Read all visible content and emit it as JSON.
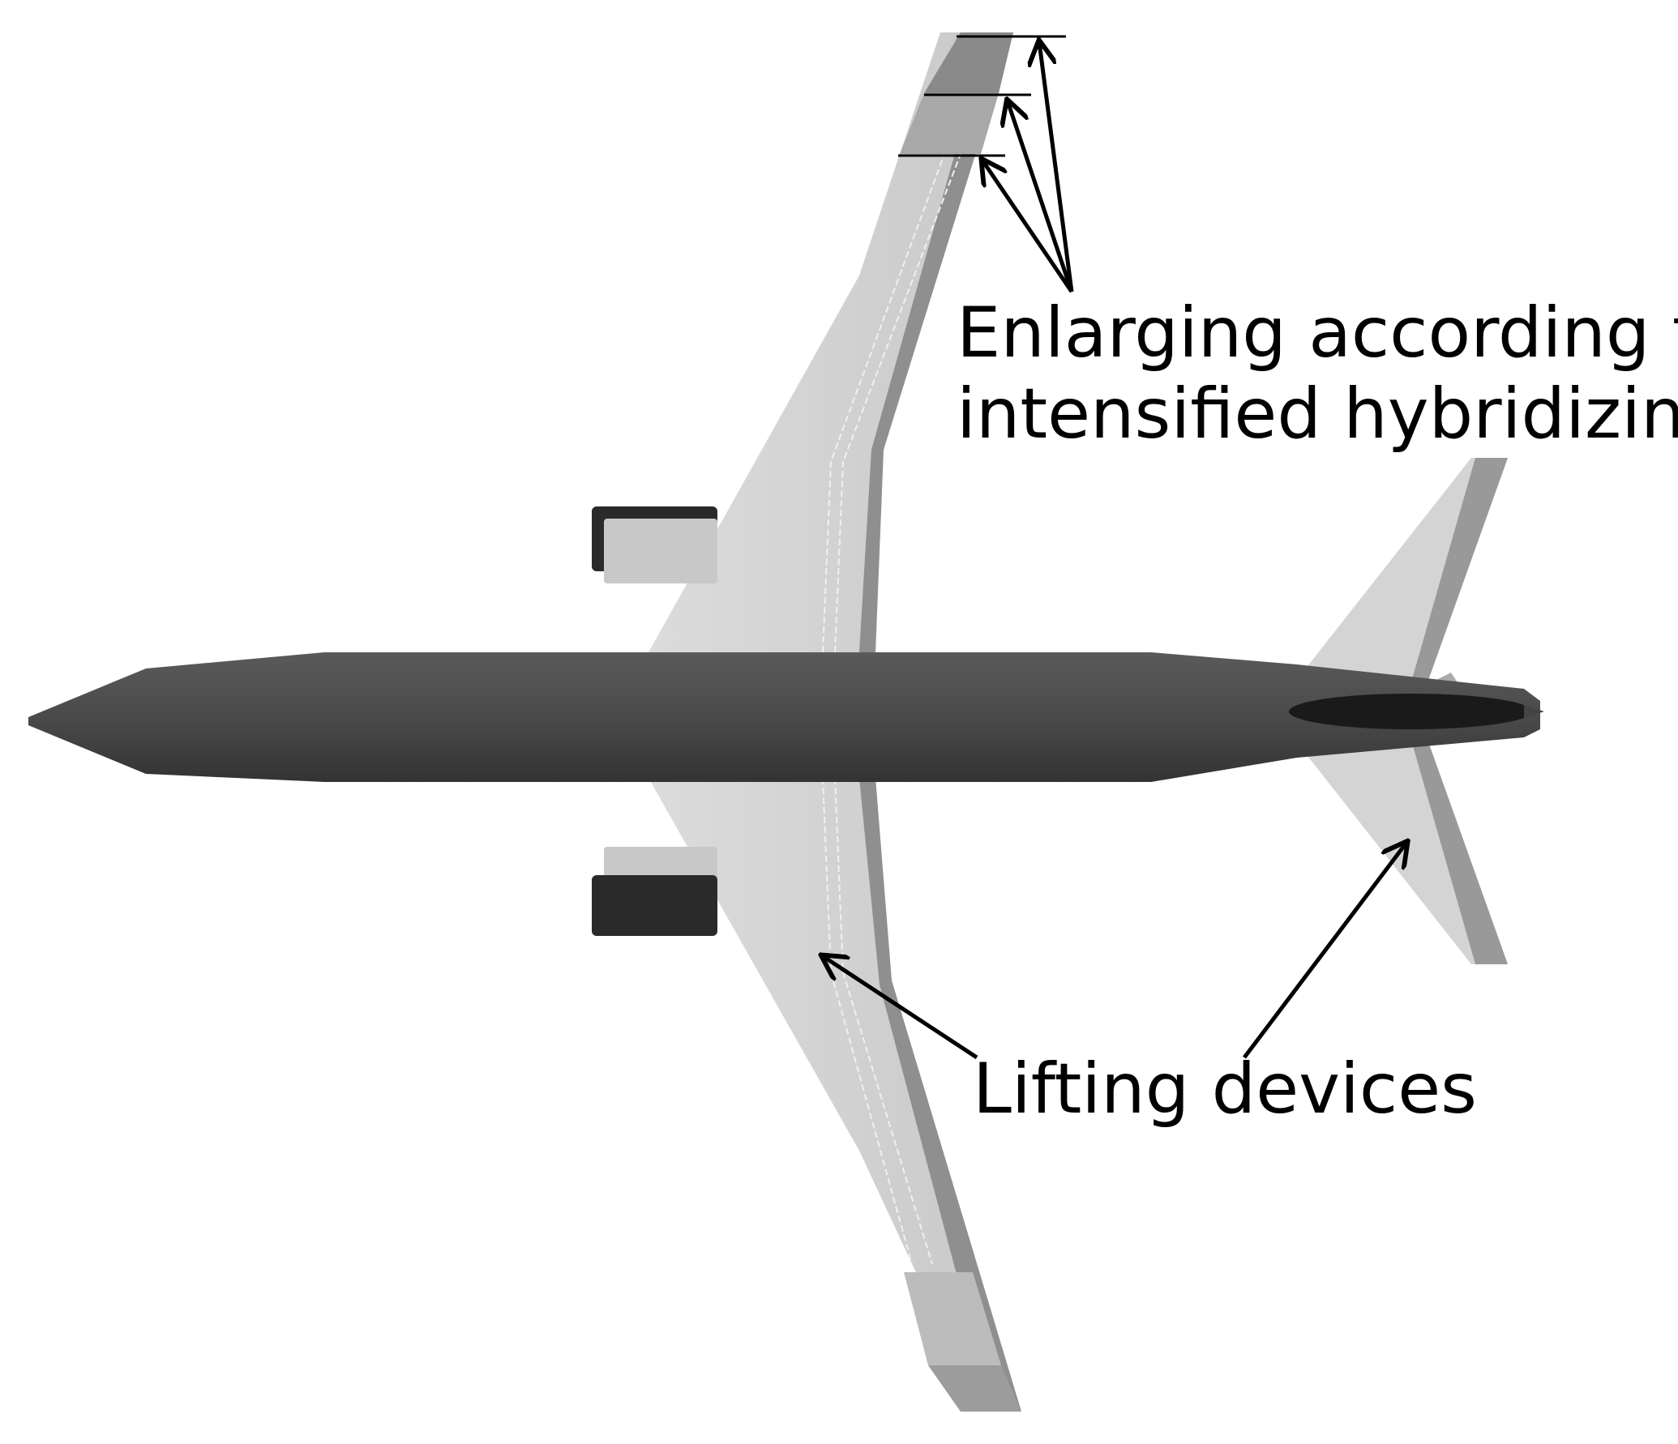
{
  "annotations": {
    "enlarging_line1": "Enlarging according to",
    "enlarging_line2": "intensified hybridizing",
    "lifting_devices": "Lifting devices"
  },
  "colors": {
    "fuselage": "#4a4a4a",
    "wing": "#d2d2d2",
    "flap": "#bdbdbd",
    "edge": "#8c8c8c",
    "nacelle": "#2a2a2a",
    "arrow": "#000000"
  }
}
